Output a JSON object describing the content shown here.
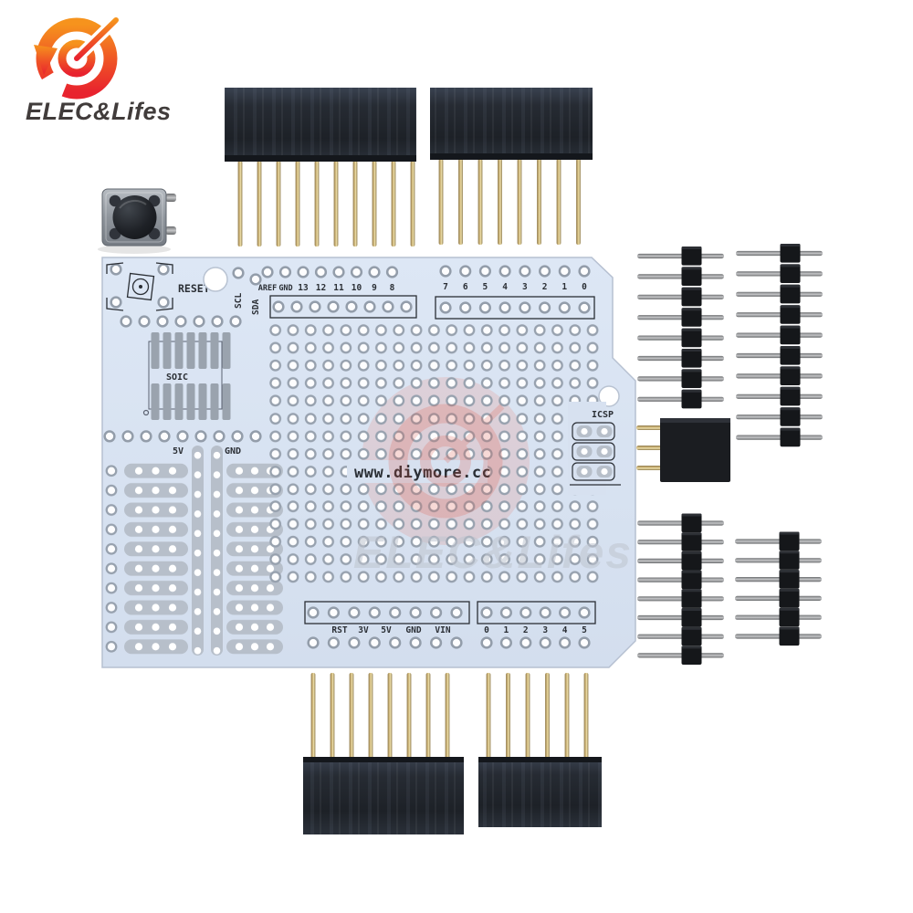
{
  "brand": {
    "logo_text": "ELEC&Lifes",
    "watermark_text": "ELEC&Lifes",
    "colors": {
      "logo_orange": "#f6931d",
      "logo_red": "#e8232e",
      "logo_text_color": "#413c3b"
    }
  },
  "pcb": {
    "base_color": "#d9e3f2",
    "silkscreen_color": "#2b2f35",
    "labels": {
      "reset": "RESET",
      "scl": "SCL",
      "sda": "SDA",
      "soic": "SOIC",
      "icsp": "ICSP",
      "rail_5v": "5V",
      "rail_gnd": "GND",
      "url": "www.diymore.cc"
    },
    "pin_labels": {
      "top_left": [
        "AREF",
        "GND",
        "13",
        "12",
        "11",
        "10",
        "9",
        "8"
      ],
      "top_right": [
        "7",
        "6",
        "5",
        "4",
        "3",
        "2",
        "1",
        "0"
      ],
      "bottom_left": [
        "RST",
        "3V",
        "5V",
        "GND",
        "VIN"
      ],
      "bottom_right": [
        "0",
        "1",
        "2",
        "3",
        "4",
        "5"
      ]
    }
  },
  "components": {
    "tactile_button": "tactile-push-button",
    "stacking_header_top_left": "10-pin-long-female-header",
    "stacking_header_top_right": "8-pin-long-female-header",
    "stacking_header_bottom_left": "8-pin-long-female-header",
    "stacking_header_bottom_right": "6-pin-long-female-header",
    "male_header_a": "8-pin-male-header",
    "male_header_b": "10-pin-male-header",
    "male_header_c": "8-pin-male-header",
    "male_header_d": "6-pin-male-header",
    "icsp_socket": "2x3-female-socket",
    "gold_pin_color": "#d9c184",
    "header_body_color": "#23272e"
  }
}
